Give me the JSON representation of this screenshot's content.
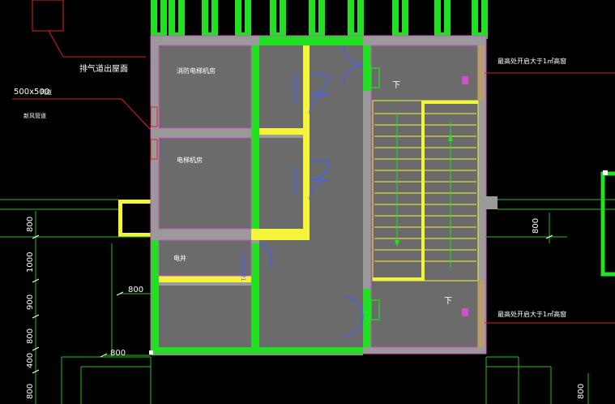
{
  "drawing": {
    "background": "#000000",
    "colors": {
      "room_fill": "#6b6b6b",
      "wall_green": "#22e022",
      "wall_yellow": "#f4f43a",
      "wall_gray": "#a0a0a0",
      "magenta": "#d050d0",
      "red": "#e02020",
      "dim_green": "#20c020",
      "blue": "#4060ff",
      "orange": "#f0a020",
      "white": "#ffffff"
    },
    "annotations": {
      "exhaust_to_roof": "排气道出屋面",
      "shaft_size": "500x500",
      "shaft_size_suffix": "风道",
      "shaft_label": "新风管道",
      "room_fire_elevator_machine": "消防电梯机房",
      "room_elevator_machine": "电梯机房",
      "room_electric": "电井",
      "window_note_top": "最高处开启大于1㎡高窗",
      "window_note_bottom": "最高处开启大于1㎡高窗",
      "stair_down_top": "下",
      "stair_down_bottom": "下",
      "door_fm1": "FM乙1021",
      "door_fm2": "FM乙1021",
      "door_fm3": "FM丙0921"
    },
    "dimensions": {
      "left_800_a": "800",
      "left_1000": "1000",
      "left_900": "900",
      "left_800_b": "800",
      "left_400": "400",
      "left_800_c": "800",
      "mid_800_a": "800",
      "mid_800_b": "800",
      "right_800": "800",
      "bottom_right_800": "800"
    }
  }
}
